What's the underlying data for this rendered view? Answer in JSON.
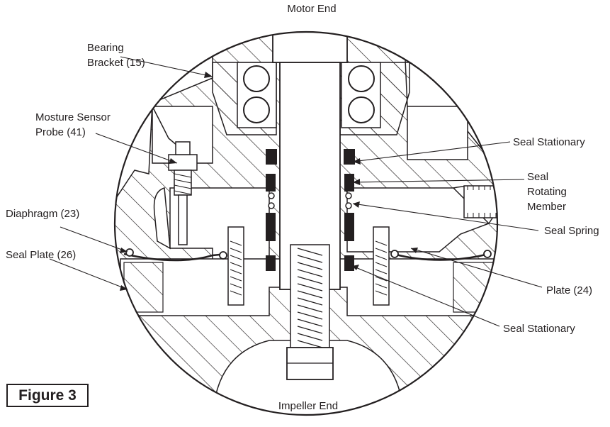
{
  "diagram": {
    "top_label": "Motor End",
    "bottom_label": "Impeller End",
    "figure_label": "Figure 3",
    "callouts": {
      "bearing_bracket": [
        "Bearing",
        "Bracket (15)"
      ],
      "moisture_probe": [
        "Mosture Sensor",
        "Probe (41)"
      ],
      "diaphragm": "Diaphragm (23)",
      "seal_plate": "Seal Plate (26)",
      "seal_stationary_top": "Seal Stationary",
      "seal_rotating": [
        "Seal",
        "Rotating",
        "Member"
      ],
      "seal_spring": "Seal Spring",
      "plate": "Plate (24)",
      "seal_stationary_bottom": "Seal Stationary"
    },
    "colors": {
      "ink": "#231f20",
      "paper": "#ffffff"
    }
  }
}
